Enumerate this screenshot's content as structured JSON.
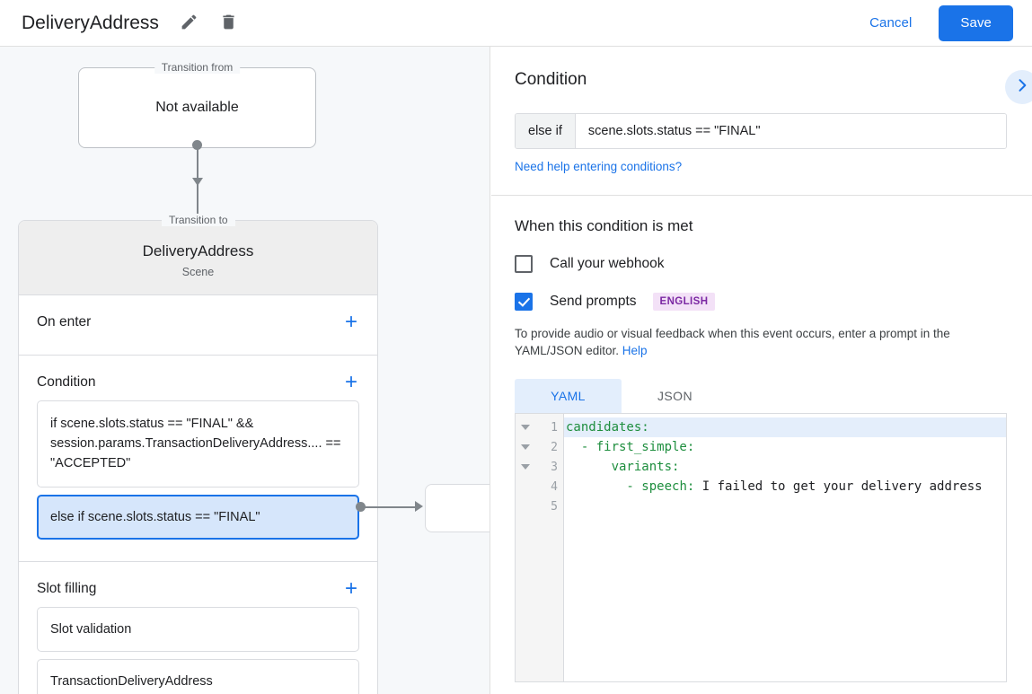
{
  "header": {
    "title": "DeliveryAddress",
    "edit_icon": "pencil-icon",
    "delete_icon": "trash-icon",
    "cancel_label": "Cancel",
    "save_label": "Save",
    "accent_color": "#1a73e8"
  },
  "flow": {
    "transition_from": {
      "legend": "Transition from",
      "value": "Not available"
    },
    "transition_to": {
      "legend": "Transition to",
      "scene_name": "DeliveryAddress",
      "scene_type": "Scene"
    },
    "sections": [
      {
        "title": "On enter",
        "add_label": "+",
        "items": []
      },
      {
        "title": "Condition",
        "add_label": "+",
        "items": [
          {
            "text": "if scene.slots.status == \"FINAL\" && session.params.TransactionDeliveryAddress.... == \"ACCEPTED\"",
            "selected": false
          },
          {
            "text": "else if scene.slots.status == \"FINAL\"",
            "selected": true
          }
        ]
      },
      {
        "title": "Slot filling",
        "add_label": "+",
        "items": [
          {
            "text": "Slot validation",
            "selected": false
          },
          {
            "text": "TransactionDeliveryAddress",
            "selected": false
          }
        ]
      }
    ]
  },
  "right_panel": {
    "condition": {
      "title": "Condition",
      "expand_icon": "chevron-right-icon",
      "prefix": "else if",
      "value": "scene.slots.status == \"FINAL\"",
      "help_link": "Need help entering conditions?"
    },
    "when_met": {
      "title": "When this condition is met",
      "webhook": {
        "label": "Call your webhook",
        "checked": false
      },
      "prompts": {
        "label": "Send prompts",
        "checked": true,
        "badge": "ENGLISH",
        "badge_bg": "#f3e1f7",
        "badge_color": "#7b28a3"
      },
      "helper_text_before": "To provide audio or visual feedback when this event occurs, enter a prompt in the YAML/JSON editor. ",
      "helper_link": "Help",
      "tabs": [
        {
          "label": "YAML",
          "active": true
        },
        {
          "label": "JSON",
          "active": false
        }
      ],
      "editor": {
        "lines": [
          {
            "num": "1",
            "fold": true,
            "highlighted": true,
            "indent": "",
            "key": "candidates:",
            "rest": ""
          },
          {
            "num": "2",
            "fold": true,
            "highlighted": false,
            "indent": "  - ",
            "key": "first_simple:",
            "rest": ""
          },
          {
            "num": "3",
            "fold": true,
            "highlighted": false,
            "indent": "      ",
            "key": "variants:",
            "rest": ""
          },
          {
            "num": "4",
            "fold": false,
            "highlighted": false,
            "indent": "        - ",
            "key": "speech:",
            "rest": " I failed to get your delivery address"
          },
          {
            "num": "5",
            "fold": false,
            "highlighted": false,
            "indent": "",
            "key": "",
            "rest": ""
          }
        ],
        "key_color": "#1e8e3e",
        "text_color": "#202124",
        "highlight_color": "#e4eefb"
      }
    }
  }
}
